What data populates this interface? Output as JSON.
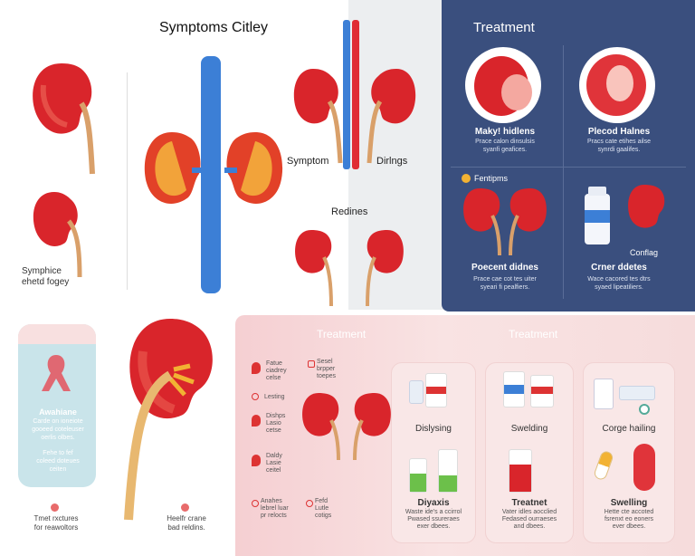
{
  "colors": {
    "navy": "#3a4f7e",
    "pink_panel": "#f6dada",
    "light_gray": "#eceef0",
    "kidney_red": "#d9252b",
    "vein_blue": "#3c7fd6",
    "ureter": "#d9a06a",
    "teal_card": "#c9e4ea"
  },
  "top_left": {
    "title": "Symptoms Citley",
    "caption": [
      "Symphice",
      "ehetd fogey"
    ]
  },
  "top_middle": {
    "label_left": "Symptom",
    "label_right": "Dirlngs",
    "label_bottom": "Redines"
  },
  "top_right": {
    "title": "Treatment",
    "cells": [
      {
        "title": "Maky! hidlens",
        "lines": [
          "Prace calon dinsulsis",
          "syanfi geafices."
        ]
      },
      {
        "title": "Plecod Halnes",
        "lines": [
          "Pracs cate etihes ailse",
          "synrdi gaalifes."
        ]
      },
      {
        "title": "Fentipms",
        "lines": []
      },
      {
        "title": "",
        "lines": [
          "Conflag"
        ]
      },
      {
        "title": "Poecent didnes",
        "lines": [
          "Prace cae cot tes uiter",
          "syeari fi pealfiers."
        ]
      },
      {
        "title": "Crner ddetes",
        "lines": [
          "Wace cacored tes dtrs",
          "syaed lipeatiliers."
        ]
      }
    ]
  },
  "bottom_left": {
    "card_title": "Awahiane",
    "card_lines": [
      "Carde on ioneiote",
      "gooeed coteleuser",
      "oerlis olbes."
    ],
    "card_lines2": [
      "Fehe to fef",
      "coleed doteues",
      "ceiten"
    ],
    "notes": [
      {
        "lines": [
          "Tmet rxctures",
          "for reawoltors"
        ]
      },
      {
        "lines": [
          "Heelfr crane",
          "bad reldins."
        ]
      }
    ]
  },
  "bottom_right": {
    "header_left": "Treatment",
    "header_right": "Treatment",
    "list": [
      {
        "lines": [
          "Fatue",
          "ciadrey",
          "celse"
        ]
      },
      {
        "lines": [
          "Sesel",
          "brpper",
          "toepes"
        ]
      },
      {
        "lines": [
          "Lesting"
        ]
      },
      {
        "lines": [
          "Dishps",
          "Lasio",
          "cetse"
        ]
      },
      {
        "lines": [
          "Daldy",
          "Lasie",
          "ceitel"
        ]
      },
      {
        "lines": [
          "Anahes",
          "lebrel luar",
          "pr relocts"
        ]
      },
      {
        "lines": [
          "Fefd",
          "Lutle",
          "cotigs"
        ]
      }
    ],
    "cards": [
      {
        "title": "Dislysing",
        "lines": []
      },
      {
        "title": "Swelding",
        "lines": []
      },
      {
        "title": "Corge hailing",
        "lines": []
      },
      {
        "title": "Diyaxis",
        "lines": [
          "Waste ide's a ccirrol",
          "Pwased ssureraes",
          "exer dbees."
        ]
      },
      {
        "title": "Treatnet",
        "lines": [
          "Vater idles aocclied",
          "Fedased ourraeses",
          "and dbees."
        ]
      },
      {
        "title": "Swelling",
        "lines": [
          "Hette cte accoted",
          "fsrenxt eo eoners",
          "ever dbees."
        ]
      }
    ]
  }
}
